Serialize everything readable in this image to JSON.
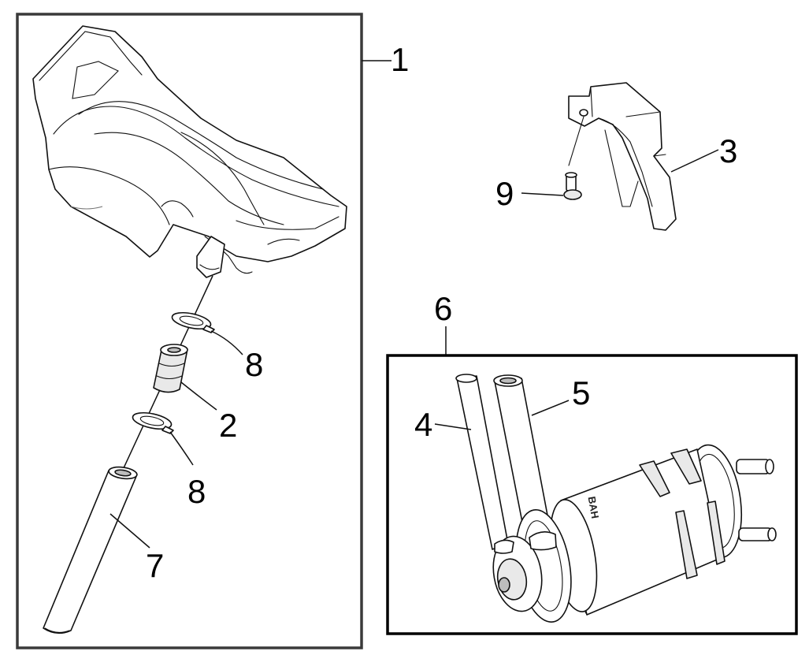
{
  "callouts": {
    "frame_assembly": "1",
    "sleeve": "2",
    "bracket": "3",
    "hose_4": "4",
    "hose_5": "5",
    "canister_assembly": "6",
    "tube_7": "7",
    "clamp_upper": "8",
    "clamp_lower": "8",
    "screw": "9"
  },
  "canister_brand": "BAH"
}
